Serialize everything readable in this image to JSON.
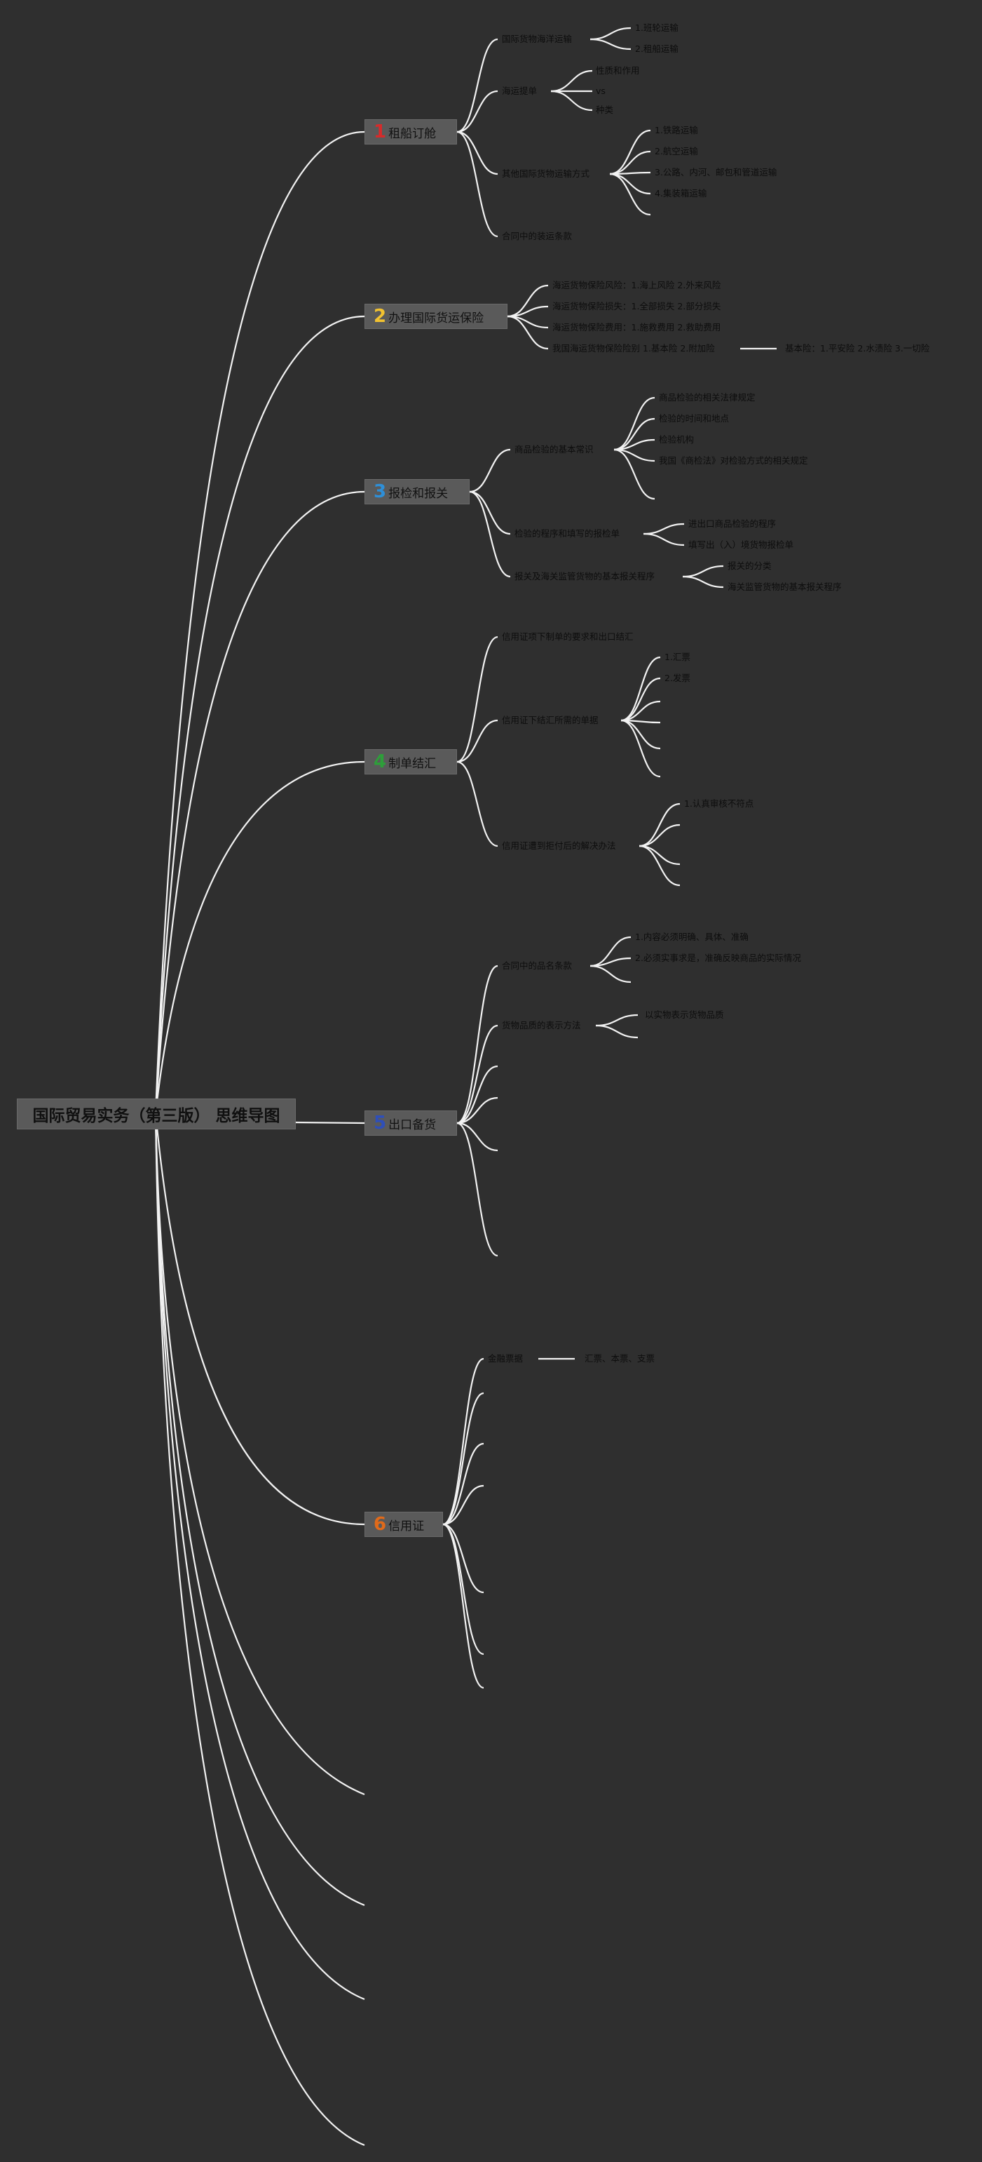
{
  "title": "国际贸易实务（第三版） 思维导图",
  "colors": {
    "background": "#2f2f2f",
    "node_fill": "#5a5a5a",
    "line": "#f2f2f2",
    "num1": "#d62b2b",
    "num2": "#f2c230",
    "num3": "#2e8fd8",
    "num4": "#2e9e3a",
    "num5": "#2f4fb8",
    "num6": "#e06a1a"
  },
  "topics": [
    {
      "num": "1",
      "label": "租船订舱",
      "children": [
        {
          "label": "国际货物海洋运输",
          "children": [
            {
              "label": "1.班轮运输"
            },
            {
              "label": "2.租船运输"
            }
          ]
        },
        {
          "label": "海运提单",
          "children": [
            {
              "label": "性质和作用"
            },
            {
              "label": "vs"
            },
            {
              "label": "种类"
            }
          ]
        },
        {
          "label": "其他国际货物运输方式",
          "children": [
            {
              "label": "1.铁路运输"
            },
            {
              "label": "2.航空运输"
            },
            {
              "label": "3.公路、内河、邮包和管道运输"
            },
            {
              "label": "4.集装箱运输"
            },
            {
              "label": ""
            }
          ]
        },
        {
          "label": "合同中的装运条款"
        }
      ]
    },
    {
      "num": "2",
      "label": "办理国际货运保险",
      "children": [
        {
          "label": "海运货物保险风险：1.海上风险 2.外来风险"
        },
        {
          "label": "海运货物保险损失：1.全部损失 2.部分损失"
        },
        {
          "label": "海运货物保险费用：1.施救费用 2.救助费用"
        },
        {
          "label": "我国海运货物保险险别 1.基本险 2.附加险",
          "children": [
            {
              "label": "基本险：1.平安险 2.水渍险 3.一切险"
            }
          ]
        }
      ]
    },
    {
      "num": "3",
      "label": "报检和报关",
      "children": [
        {
          "label": "商品检验的基本常识",
          "children": [
            {
              "label": "商品检验的相关法律规定"
            },
            {
              "label": "检验的时间和地点"
            },
            {
              "label": "检验机构"
            },
            {
              "label": "我国《商检法》对检验方式的相关规定"
            },
            {
              "label": ""
            }
          ]
        },
        {
          "label": "检验的程序和填写的报检单",
          "children": [
            {
              "label": "进出口商品检验的程序"
            },
            {
              "label": "填写出（入）境货物报检单"
            }
          ]
        },
        {
          "label": "报关及海关监管货物的基本报关程序",
          "children": [
            {
              "label": "报关的分类"
            },
            {
              "label": "海关监管货物的基本报关程序"
            }
          ]
        }
      ]
    },
    {
      "num": "4",
      "label": "制单结汇",
      "children": [
        {
          "label": "信用证项下制单的要求和出口结汇"
        },
        {
          "label": "信用证下结汇所需的单据",
          "children": [
            {
              "label": "1.汇票"
            },
            {
              "label": "2.发票"
            },
            {
              "label": ""
            },
            {
              "label": ""
            },
            {
              "label": ""
            },
            {
              "label": ""
            }
          ]
        },
        {
          "label": "信用证遭到拒付后的解决办法",
          "children": [
            {
              "label": "1.认真审核不符点"
            },
            {
              "label": ""
            },
            {
              "label": ""
            },
            {
              "label": ""
            }
          ]
        }
      ]
    },
    {
      "num": "5",
      "label": "出口备货",
      "children": [
        {
          "label": "合同中的品名条款",
          "children": [
            {
              "label": "1.内容必须明确、具体、准确"
            },
            {
              "label": "2.必须实事求是，准确反映商品的实际情况"
            },
            {
              "label": ""
            }
          ]
        },
        {
          "label": "货物品质的表示方法",
          "children": [
            {
              "label": "以实物表示货物品质"
            },
            {
              "label": ""
            }
          ]
        },
        {
          "label": ""
        },
        {
          "label": ""
        },
        {
          "label": ""
        },
        {
          "label": ""
        }
      ]
    },
    {
      "num": "6",
      "label": "信用证",
      "children": [
        {
          "label": "金融票据",
          "children": [
            {
              "label": "汇票、本票、支票"
            }
          ]
        },
        {
          "label": ""
        },
        {
          "label": ""
        },
        {
          "label": ""
        },
        {
          "label": ""
        },
        {
          "label": ""
        },
        {
          "label": ""
        }
      ]
    }
  ],
  "extra_branches": 4
}
